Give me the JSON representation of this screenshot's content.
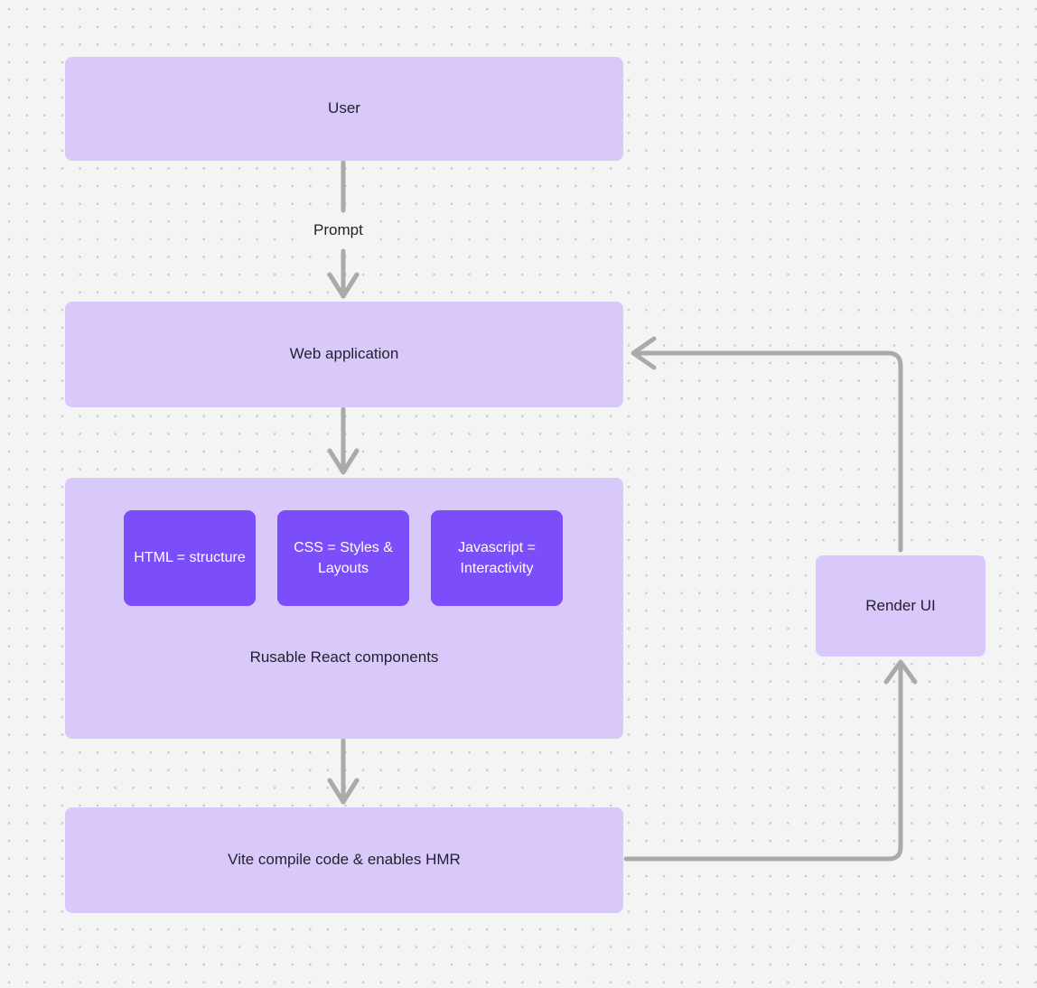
{
  "diagram": {
    "background": {
      "color": "#f4f4f4",
      "dot_color": "#c9c9c9",
      "pattern": "dot-grid"
    },
    "colors": {
      "node_fill": "#d9c9fb",
      "inner_node_fill": "#7c4dfa",
      "edge_stroke": "#aaaaaa",
      "text": "#241f2e",
      "inner_text": "#ffffff"
    },
    "nodes": {
      "user": {
        "label": "User"
      },
      "web_app": {
        "label": "Web application"
      },
      "components": {
        "caption": "Rusable React components",
        "children": [
          {
            "label": "HTML = structure"
          },
          {
            "label": "CSS = Styles & Layouts"
          },
          {
            "label": "Javascript = Interactivity"
          }
        ]
      },
      "vite": {
        "label": "Vite compile code & enables HMR"
      },
      "render_ui": {
        "label": "Render UI"
      }
    },
    "edges": [
      {
        "from": "user",
        "to": "web_app",
        "label": "Prompt"
      },
      {
        "from": "web_app",
        "to": "components",
        "label": ""
      },
      {
        "from": "components",
        "to": "vite",
        "label": ""
      },
      {
        "from": "vite",
        "to": "render_ui",
        "label": ""
      },
      {
        "from": "render_ui",
        "to": "web_app",
        "label": ""
      }
    ]
  }
}
